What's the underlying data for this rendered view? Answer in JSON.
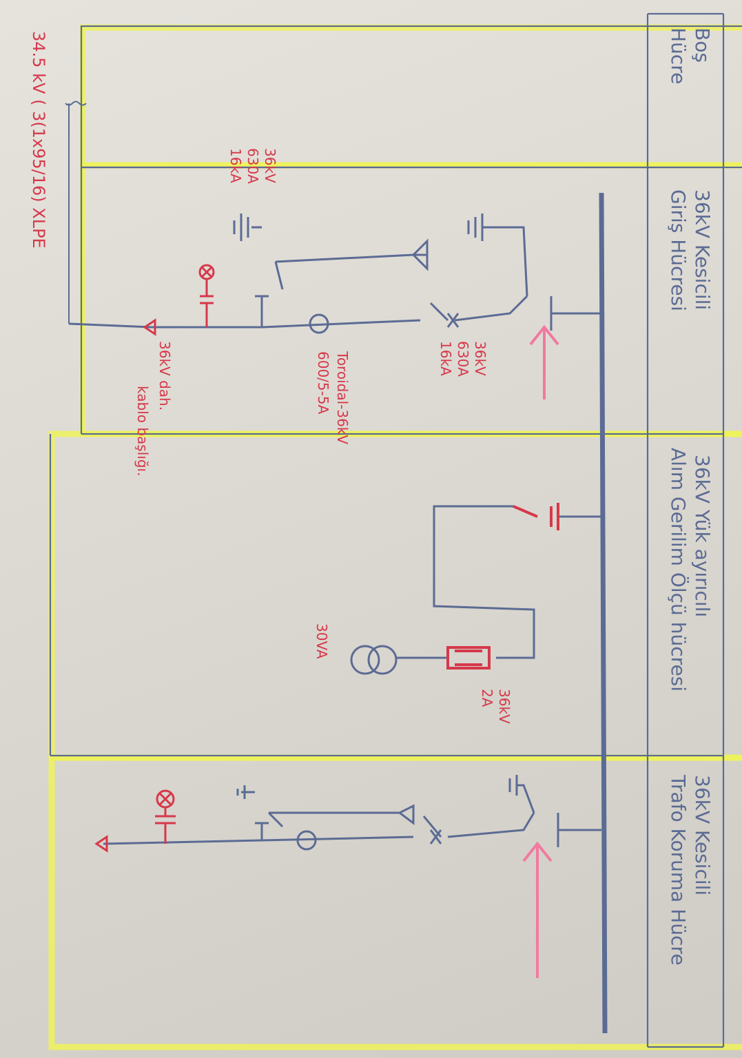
{
  "colors": {
    "highlight": "#eef25a",
    "pencil": "#5b6b94",
    "red": "#d6384a",
    "pink": "#f07aa0",
    "paper": "#e3e0da"
  },
  "cells": [
    {
      "id": "bos",
      "title1": "Boş",
      "title2": "Hücre"
    },
    {
      "id": "giris",
      "title1": "36kV Kesicili",
      "title2": "Giriş Hücresi"
    },
    {
      "id": "olcu",
      "title1": "36kV Yük ayırıcılı",
      "title2": "Alım Gerilim Ölçü hücresi"
    },
    {
      "id": "trafo",
      "title1": "36kV Kesicili",
      "title2": "Trafo Koruma Hücre"
    }
  ],
  "labels": {
    "breaker_a": [
      "36kV",
      "630A",
      "16kA"
    ],
    "breaker_b": [
      "36kV",
      "630A",
      "16kA"
    ],
    "toroidal": [
      "Toroidal-36kV",
      "600/5-5A"
    ],
    "cable_head": [
      "36kV dah.",
      "kablo başlığı."
    ],
    "fuse": [
      "36kV",
      "2A"
    ],
    "vt": [
      "30VA"
    ],
    "cable_spec": "34.5 kV ( 3(1x95/16) XLPE"
  }
}
